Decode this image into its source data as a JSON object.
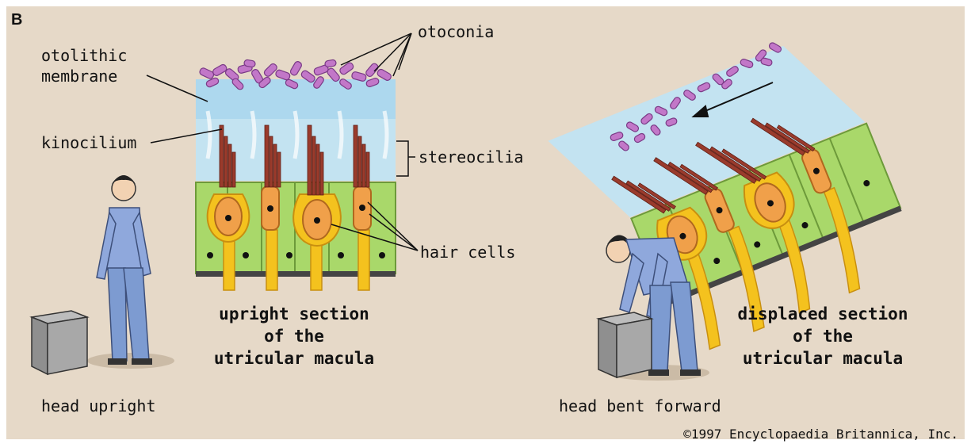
{
  "panel_letter": "B",
  "labels": {
    "otoconia": "otoconia",
    "otolithic_1": "otolithic",
    "otolithic_2": "membrane",
    "kinocilium": "kinocilium",
    "stereocilia": "stereocilia",
    "hair_cells": "hair cells"
  },
  "captions": {
    "upright": [
      "upright section",
      "of the",
      "utricular macula"
    ],
    "displaced": [
      "displaced section",
      "of the",
      "utricular macula"
    ],
    "head_upright": "head upright",
    "head_bent": "head bent forward"
  },
  "copyright": "©1997 Encyclopaedia Britannica, Inc.",
  "colors": {
    "background": "#e6d9c8",
    "membrane": "#bfe3f5",
    "cell_layer": "#a9d86a",
    "hair_cell": "#f0a04a",
    "nerve": "#f4c21e",
    "otoconia": "#c277c8",
    "stereocilia": "#9a3b2c",
    "person": "#7d9bd1"
  }
}
